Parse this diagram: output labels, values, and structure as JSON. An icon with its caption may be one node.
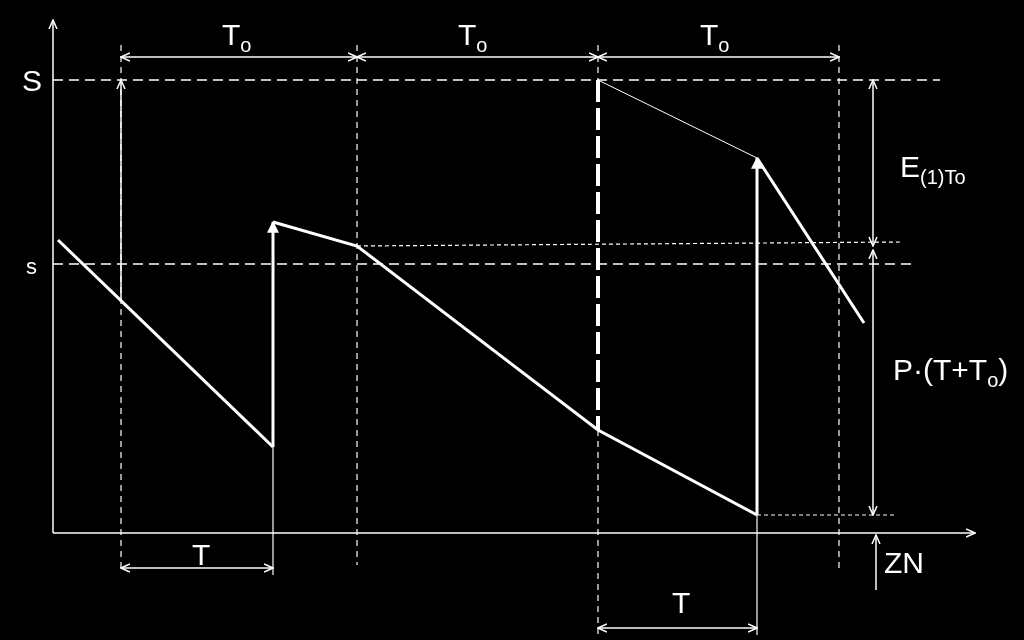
{
  "diagram": {
    "labels": [
      "T$_{o}$",
      "T$_{o}$",
      "T$_{o}$",
      "S",
      "E$_{(1)To}$",
      "s",
      "P·(T+T$_{o}$)",
      "T",
      "ZN",
      "T"
    ]
  }
}
